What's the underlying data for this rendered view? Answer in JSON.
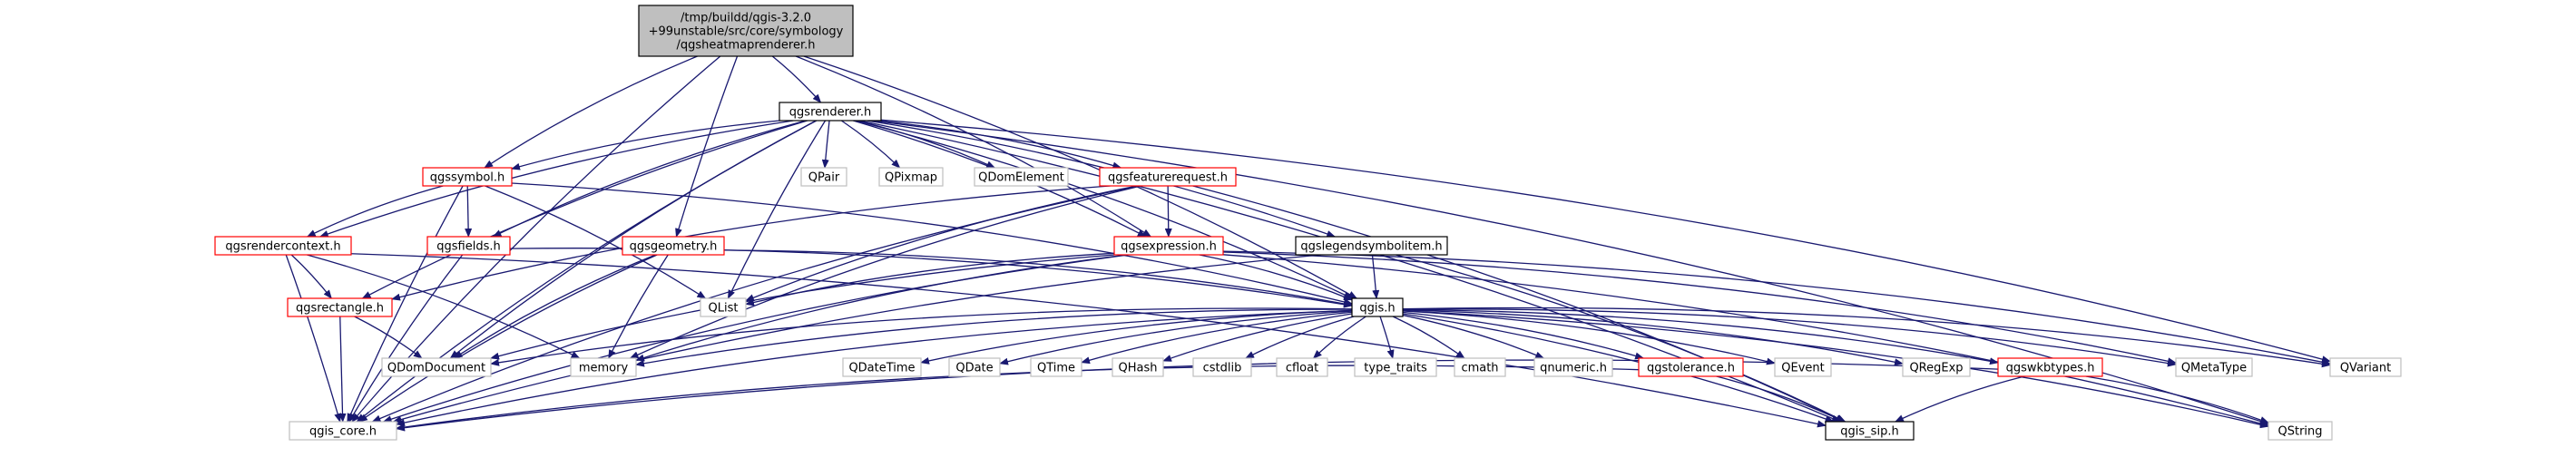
{
  "diagram": {
    "type": "include-dependency-graph",
    "colors": {
      "edge": "#191970",
      "root_fill": "#bfbfbf",
      "root_border": "#000000",
      "documented_border": "#000000",
      "truncated_border": "#ff0000",
      "external_border": "#bfbfbf",
      "external_text": "#000000"
    },
    "nodes": [
      {
        "id": "root",
        "lines": [
          "/tmp/buildd/qgis-3.2.0",
          "+99unstable/src/core/symbology",
          "/qgsheatmaprenderer.h"
        ],
        "style": "root"
      },
      {
        "id": "qgsrenderer",
        "lines": [
          "qgsrenderer.h"
        ],
        "style": "documented"
      },
      {
        "id": "qgssymbol",
        "lines": [
          "qgssymbol.h"
        ],
        "style": "truncated"
      },
      {
        "id": "qgsgeometry",
        "lines": [
          "qgsgeometry.h"
        ],
        "style": "truncated"
      },
      {
        "id": "qgsexpression",
        "lines": [
          "qgsexpression.h"
        ],
        "style": "truncated"
      },
      {
        "id": "qgis",
        "lines": [
          "qgis.h"
        ],
        "style": "documented"
      },
      {
        "id": "qgis_core",
        "lines": [
          "qgis_core.h"
        ],
        "style": "external"
      },
      {
        "id": "qpair",
        "lines": [
          "QPair"
        ],
        "style": "external"
      },
      {
        "id": "qpixmap",
        "lines": [
          "QPixmap"
        ],
        "style": "external"
      },
      {
        "id": "qdomelement",
        "lines": [
          "QDomElement"
        ],
        "style": "external"
      },
      {
        "id": "qgsfeaturerequest",
        "lines": [
          "qgsfeaturerequest.h"
        ],
        "style": "truncated"
      },
      {
        "id": "qgsrendercontext",
        "lines": [
          "qgsrendercontext.h"
        ],
        "style": "truncated"
      },
      {
        "id": "qgsfields",
        "lines": [
          "qgsfields.h"
        ],
        "style": "truncated"
      },
      {
        "id": "qgslegendsymbolitem",
        "lines": [
          "qgslegendsymbolitem.h"
        ],
        "style": "documented"
      },
      {
        "id": "qgsrectangle",
        "lines": [
          "qgsrectangle.h"
        ],
        "style": "truncated"
      },
      {
        "id": "qlist",
        "lines": [
          "QList"
        ],
        "style": "external"
      },
      {
        "id": "qdomdocument",
        "lines": [
          "QDomDocument"
        ],
        "style": "external"
      },
      {
        "id": "memory",
        "lines": [
          "memory"
        ],
        "style": "external"
      },
      {
        "id": "qdatetime",
        "lines": [
          "QDateTime"
        ],
        "style": "external"
      },
      {
        "id": "qdate",
        "lines": [
          "QDate"
        ],
        "style": "external"
      },
      {
        "id": "qtime",
        "lines": [
          "QTime"
        ],
        "style": "external"
      },
      {
        "id": "qhash",
        "lines": [
          "QHash"
        ],
        "style": "external"
      },
      {
        "id": "cstdlib",
        "lines": [
          "cstdlib"
        ],
        "style": "external"
      },
      {
        "id": "cfloat",
        "lines": [
          "cfloat"
        ],
        "style": "external"
      },
      {
        "id": "type_traits",
        "lines": [
          "type_traits"
        ],
        "style": "external"
      },
      {
        "id": "cmath",
        "lines": [
          "cmath"
        ],
        "style": "external"
      },
      {
        "id": "qnumeric",
        "lines": [
          "qnumeric.h"
        ],
        "style": "external"
      },
      {
        "id": "qgstolerance",
        "lines": [
          "qgstolerance.h"
        ],
        "style": "truncated"
      },
      {
        "id": "qevent",
        "lines": [
          "QEvent"
        ],
        "style": "external"
      },
      {
        "id": "qregexp",
        "lines": [
          "QRegExp"
        ],
        "style": "external"
      },
      {
        "id": "qgswkbtypes",
        "lines": [
          "qgswkbtypes.h"
        ],
        "style": "truncated"
      },
      {
        "id": "qmetatype",
        "lines": [
          "QMetaType"
        ],
        "style": "external"
      },
      {
        "id": "qvariant",
        "lines": [
          "QVariant"
        ],
        "style": "external"
      },
      {
        "id": "qgis_sip",
        "lines": [
          "qgis_sip.h"
        ],
        "style": "documented"
      },
      {
        "id": "qstring",
        "lines": [
          "QString"
        ],
        "style": "external"
      }
    ],
    "edges": [
      [
        "root",
        "qgis_core"
      ],
      [
        "root",
        "qgsrenderer"
      ],
      [
        "root",
        "qgssymbol"
      ],
      [
        "root",
        "qgsgeometry"
      ],
      [
        "root",
        "qgsexpression"
      ],
      [
        "root",
        "qgis"
      ],
      [
        "qgsrenderer",
        "qgis_core"
      ],
      [
        "qgsrenderer",
        "qgis_sip"
      ],
      [
        "qgsrenderer",
        "qgis"
      ],
      [
        "qgsrenderer",
        "qgssymbol"
      ],
      [
        "qgsrenderer",
        "qgsfields"
      ],
      [
        "qgsrenderer",
        "qlist"
      ],
      [
        "qgsrenderer",
        "qpair"
      ],
      [
        "qgsrenderer",
        "qpixmap"
      ],
      [
        "qgsrenderer",
        "qdomelement"
      ],
      [
        "qgsrenderer",
        "qgsfeaturerequest"
      ],
      [
        "qgsrenderer",
        "qgslegendsymbolitem"
      ],
      [
        "qgsrenderer",
        "qgsexpression"
      ],
      [
        "qgsrenderer",
        "qstring"
      ],
      [
        "qgsrenderer",
        "qvariant"
      ],
      [
        "qgsrenderer",
        "qgsrendercontext"
      ],
      [
        "qgsrenderer",
        "qgsrectangle"
      ],
      [
        "qgsrenderer",
        "qdomdocument"
      ],
      [
        "qgssymbol",
        "qgis_core"
      ],
      [
        "qgssymbol",
        "qgsrendercontext"
      ],
      [
        "qgssymbol",
        "qgsfields"
      ],
      [
        "qgssymbol",
        "qlist"
      ],
      [
        "qgssymbol",
        "qgis"
      ],
      [
        "qgsfeaturerequest",
        "qgis_core"
      ],
      [
        "qgsfeaturerequest",
        "qgsexpression"
      ],
      [
        "qgsfeaturerequest",
        "qgsrectangle"
      ],
      [
        "qgsfeaturerequest",
        "memory"
      ],
      [
        "qgsfeaturerequest",
        "qlist"
      ],
      [
        "qgsfeaturerequest",
        "qgis_sip"
      ],
      [
        "qgsrendercontext",
        "qgis_core"
      ],
      [
        "qgsrendercontext",
        "qgsrectangle"
      ],
      [
        "qgsrendercontext",
        "memory"
      ],
      [
        "qgsrendercontext",
        "qgis_sip"
      ],
      [
        "qgsfields",
        "qgis_core"
      ],
      [
        "qgsfields",
        "qgis"
      ],
      [
        "qgsgeometry",
        "qgis_core"
      ],
      [
        "qgsgeometry",
        "qdomdocument"
      ],
      [
        "qgsgeometry",
        "memory"
      ],
      [
        "qgsgeometry",
        "qgis"
      ],
      [
        "qgsexpression",
        "qgis_core"
      ],
      [
        "qgsexpression",
        "qlist"
      ],
      [
        "qgsexpression",
        "qdomdocument"
      ],
      [
        "qgsexpression",
        "memory"
      ],
      [
        "qgsexpression",
        "qgis"
      ],
      [
        "qgsexpression",
        "qmetatype"
      ],
      [
        "qgsexpression",
        "qvariant"
      ],
      [
        "qgsexpression",
        "qstring"
      ],
      [
        "qgslegendsymbolitem",
        "qgis_core"
      ],
      [
        "qgslegendsymbolitem",
        "qgis"
      ],
      [
        "qgslegendsymbolitem",
        "qgis_sip"
      ],
      [
        "qgsrectangle",
        "qgis_core"
      ],
      [
        "qgsrectangle",
        "qdomdocument"
      ],
      [
        "qgis",
        "qgis_core"
      ],
      [
        "qgis",
        "qgis_sip"
      ],
      [
        "qgis",
        "qdomdocument"
      ],
      [
        "qgis",
        "memory"
      ],
      [
        "qgis",
        "qdatetime"
      ],
      [
        "qgis",
        "qdate"
      ],
      [
        "qgis",
        "qtime"
      ],
      [
        "qgis",
        "qhash"
      ],
      [
        "qgis",
        "cstdlib"
      ],
      [
        "qgis",
        "cfloat"
      ],
      [
        "qgis",
        "type_traits"
      ],
      [
        "qgis",
        "cmath"
      ],
      [
        "qgis",
        "qnumeric"
      ],
      [
        "qgis",
        "qgstolerance"
      ],
      [
        "qgis",
        "qevent"
      ],
      [
        "qgis",
        "qregexp"
      ],
      [
        "qgis",
        "qgswkbtypes"
      ],
      [
        "qgis",
        "qmetatype"
      ],
      [
        "qgis",
        "qvariant"
      ],
      [
        "qgis",
        "qstring"
      ],
      [
        "qgstolerance",
        "qgis_core"
      ],
      [
        "qgstolerance",
        "qgis_sip"
      ],
      [
        "qgswkbtypes",
        "qgis_core"
      ],
      [
        "qgswkbtypes",
        "qgis_sip"
      ],
      [
        "qgswkbtypes",
        "qstring"
      ]
    ]
  }
}
